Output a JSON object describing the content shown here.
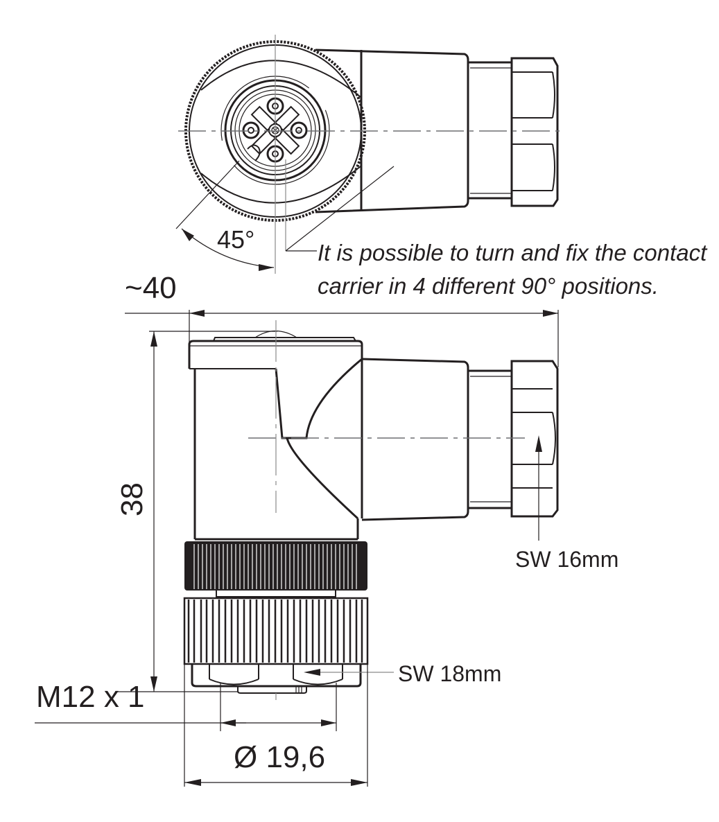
{
  "drawing": {
    "title": "Angled M12 female connector, 4-pin - dimensional drawing",
    "views": [
      "top-view",
      "side-view"
    ],
    "annotations": {
      "angle": "45°",
      "note_line1": "It is possible to turn and fix the contact",
      "note_line2": "carrier in 4 different 90° positions.",
      "overall_length": "~40",
      "height": "38",
      "thread": "M12 x 1",
      "diameter": "Ø 19,6",
      "wrench_cable_nut": "SW 16mm",
      "wrench_coupling_nut": "SW 18mm"
    },
    "pins": {
      "count": 4,
      "center_pin": true
    },
    "colors": {
      "line": "#231f20",
      "centerline": "#6d6e71",
      "background": "#ffffff"
    }
  }
}
